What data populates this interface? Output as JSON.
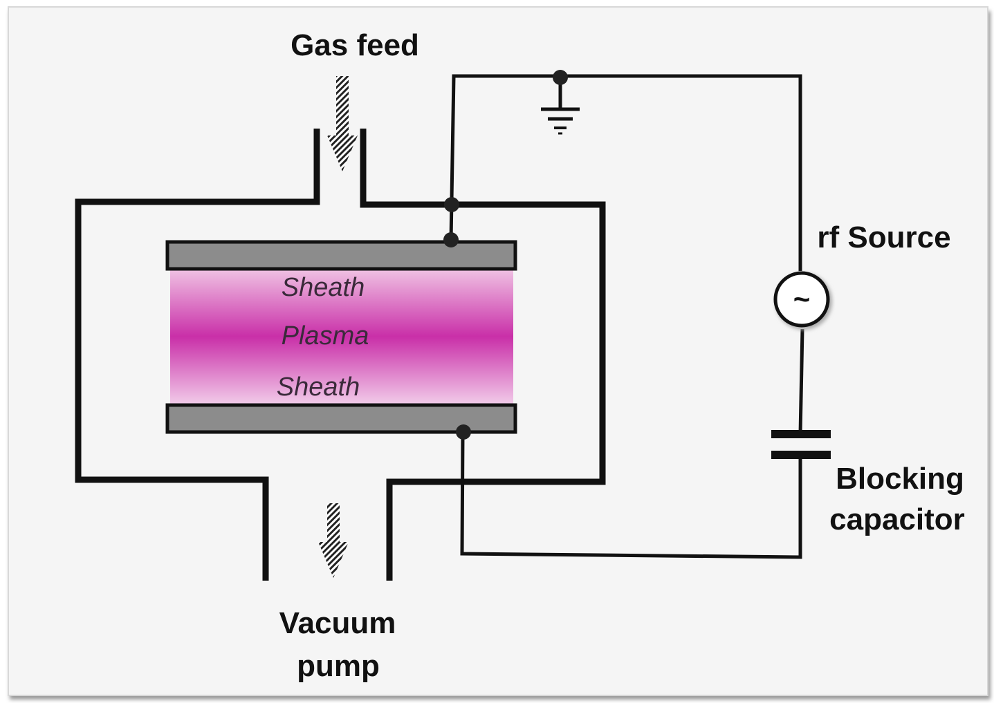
{
  "labels": {
    "gas_feed": "Gas feed",
    "rf_source": "rf Source",
    "blocking_line1": "Blocking",
    "blocking_line2": "capacitor",
    "sheath_top": "Sheath",
    "plasma": "Plasma",
    "sheath_bottom": "Sheath",
    "vacuum_line1": "Vacuum",
    "vacuum_line2": "pump",
    "source_symbol": "~"
  },
  "colors": {
    "background": "#f5f5f5",
    "wire": "#111111",
    "electrode": "#8c8c8c",
    "plasma_core": "#c92fa8",
    "plasma_edge": "#f0c4e4"
  }
}
